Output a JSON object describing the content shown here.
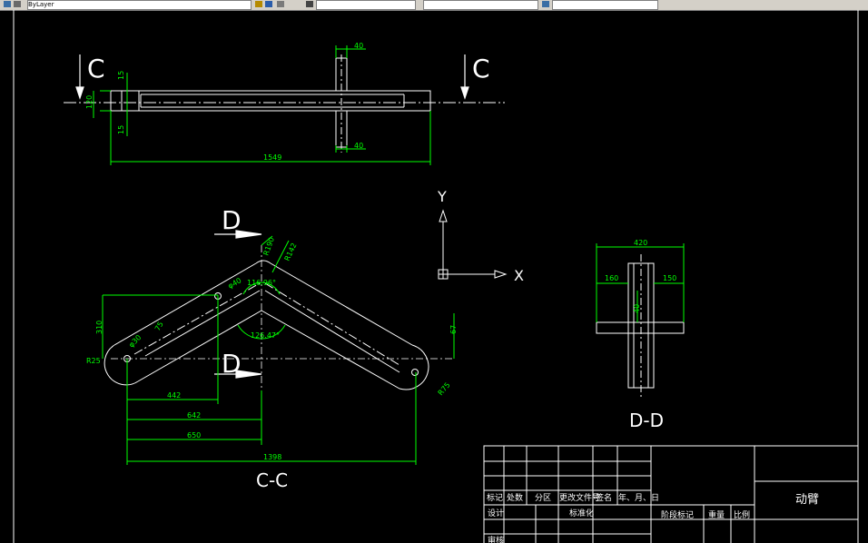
{
  "toolbar": {
    "field_text": "ByLayer"
  },
  "colors": {
    "background": "#000000",
    "geometry": "#ffffff",
    "dimension": "#00ff00",
    "ucs": "#ffffff",
    "toolbar": "#d4d0c8"
  },
  "section_c": {
    "label_left": "C",
    "label_right": "C"
  },
  "top_view": {
    "dim_40_top": "40",
    "dim_40_bottom": "40",
    "dim_15_top": "15",
    "dim_15_bottom": "15",
    "dim_120": "120",
    "dim_1549": "1549"
  },
  "cc_view": {
    "section_label": "D",
    "section_label_bottom": "D",
    "dim_R190": "R190",
    "dim_R142": "R142",
    "dim_phi40": "φ40",
    "dim_phi30": "φ30",
    "dim_angle1": "116.96°",
    "dim_angle2": "126.47°",
    "dim_310": "310",
    "dim_R25": "R25",
    "dim_75": "75",
    "dim_442": "442",
    "dim_642": "642",
    "dim_650": "650",
    "dim_1398": "1398",
    "dim_R75": "R75",
    "dim_67": "67",
    "title": "C-C"
  },
  "dd_view": {
    "dim_420": "420",
    "dim_160": "160",
    "dim_150": "150",
    "dim_40": "40",
    "title": "D-D"
  },
  "ucs": {
    "x_label": "X",
    "y_label": "Y"
  },
  "title_block": {
    "row1": [
      "标记",
      "处数",
      "分区",
      "更改文件号",
      "签名",
      "年、月、日"
    ],
    "row2": [
      "设计",
      "",
      "",
      "标准化"
    ],
    "row3": [
      "审核"
    ],
    "stage_mark": "阶段标记",
    "weight": "重量",
    "scale": "比例",
    "part_name": "动臂"
  }
}
